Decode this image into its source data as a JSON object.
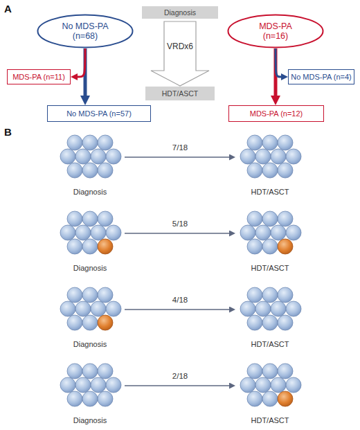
{
  "diagram": {
    "nodes": [
      {
        "text": [
          "Diagnosis"
        ]
      },
      {
        "text": [
          "No MDS-PA (n=68)"
        ]
      },
      {
        "text": [
          "MDS-PA (n=16)"
        ]
      },
      {
        "text": [
          "MDS-PA (n=11)"
        ]
      },
      {
        "text": [
          "No MDS-PA (n=4)"
        ]
      },
      {
        "text": [
          "HDT/ASCT"
        ]
      },
      {
        "text": [
          "No MDS-PA (n=57)"
        ]
      },
      {
        "text": [
          "MDS-PA (n=12)"
        ]
      },
      {
        "text": [
          "Diagnosis"
        ]
      },
      {
        "text": [
          "HDT/ASCT"
        ]
      },
      {
        "text": [
          "Diagnosis"
        ]
      },
      {
        "text": [
          "HDT/ASCT"
        ]
      },
      {
        "text": [
          "Diagnosis"
        ]
      },
      {
        "text": [
          "HDT/ASCT"
        ]
      },
      {
        "text": [
          "Diagnosis"
        ]
      },
      {
        "text": [
          "HDT/ASCT"
        ]
      }
    ],
    "edges": [
      {
        "from": 0,
        "to": 5,
        "label": "VRDx6",
        "arrow": "to"
      },
      {
        "from": 1,
        "to": 6,
        "arrow": "to"
      },
      {
        "from": 1,
        "to": 3,
        "arrow": "to"
      },
      {
        "from": 2,
        "to": 7,
        "arrow": "to"
      },
      {
        "from": 2,
        "to": 4,
        "arrow": "to"
      },
      {
        "from": 8,
        "to": 9,
        "label": "7/18",
        "arrow": "to"
      },
      {
        "from": 10,
        "to": 11,
        "label": "5/18",
        "arrow": "to"
      },
      {
        "from": 12,
        "to": 13,
        "label": "4/18",
        "arrow": "to"
      },
      {
        "from": 14,
        "to": 15,
        "label": "2/18",
        "arrow": "to"
      }
    ],
    "labels": [
      "A",
      "B"
    ]
  }
}
